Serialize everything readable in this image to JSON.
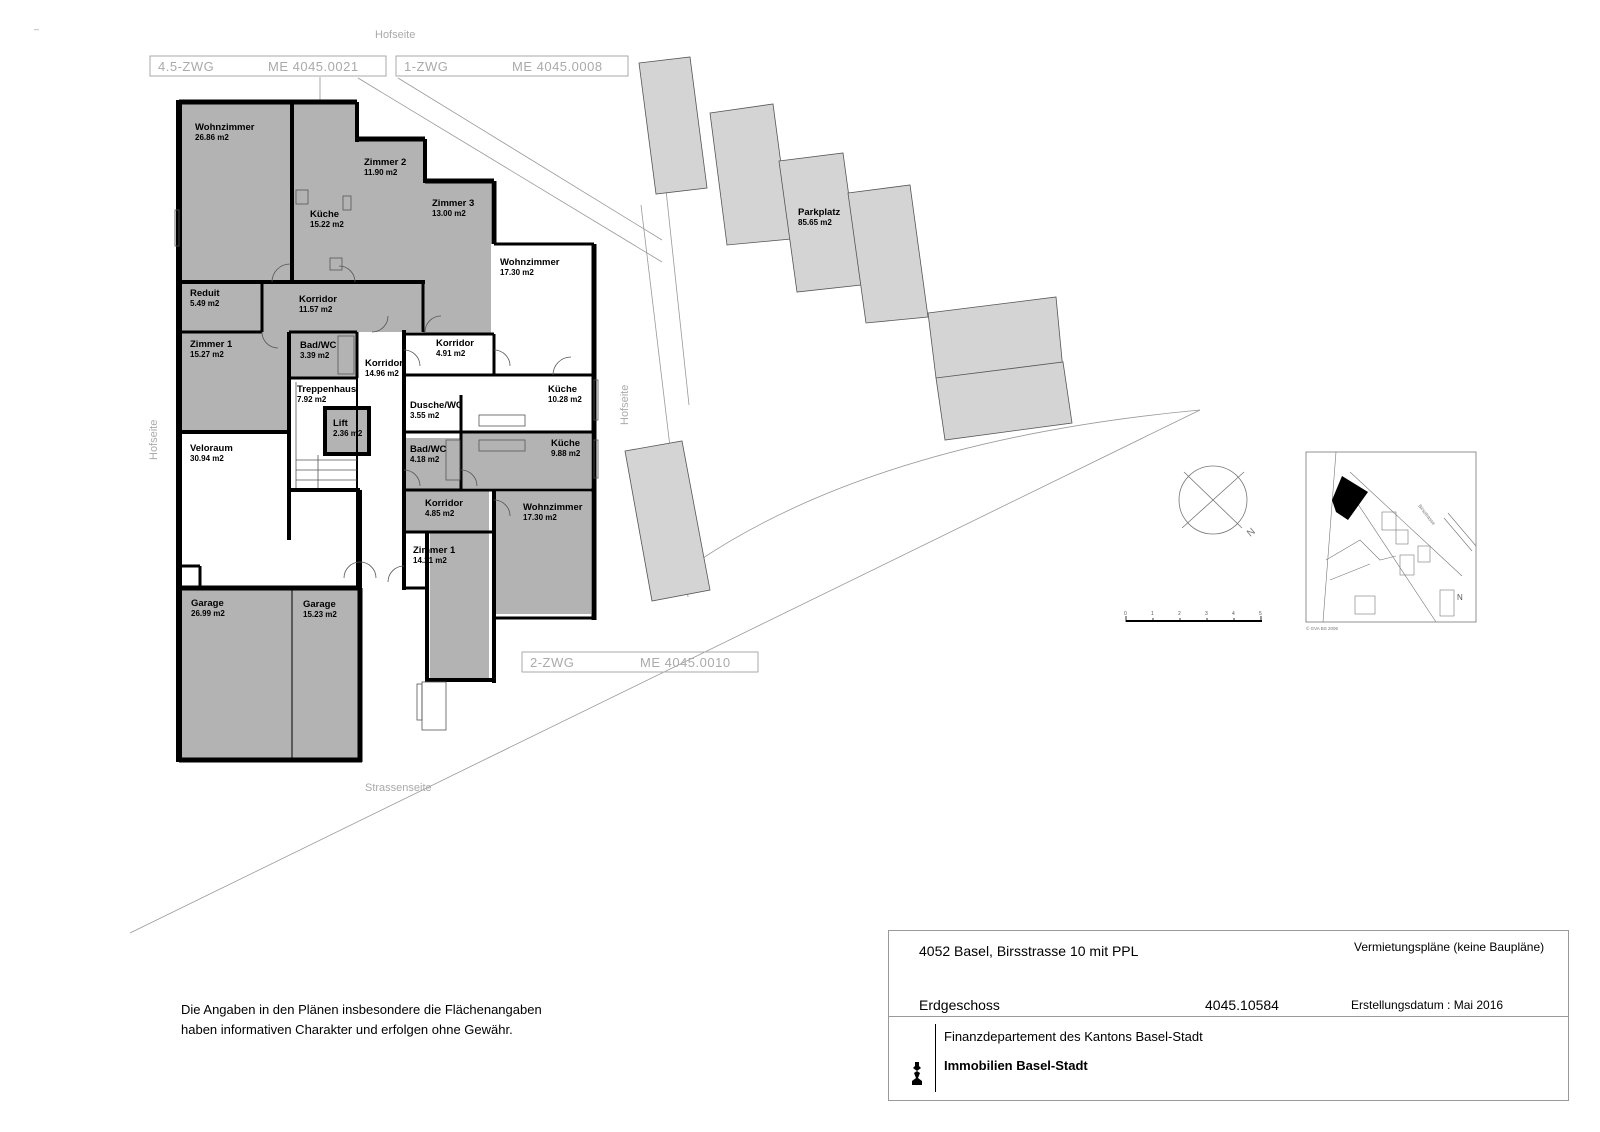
{
  "header": {
    "mark": "–"
  },
  "orientation": {
    "top": "Hofseite",
    "left": "Hofseite",
    "right": "Hofseite",
    "bottom": "Strassenseite"
  },
  "unit_boxes": [
    {
      "type": "4.5-ZWG",
      "me": "ME  4045.0021"
    },
    {
      "type": "1-ZWG",
      "me": "ME  4045.0008"
    },
    {
      "type": "2-ZWG",
      "me": "ME  4045.0010"
    }
  ],
  "rooms": [
    {
      "name": "Wohnzimmer",
      "area": "26.86 m2"
    },
    {
      "name": "Küche",
      "area": "15.22 m2"
    },
    {
      "name": "Zimmer 2",
      "area": "11.90 m2"
    },
    {
      "name": "Zimmer 3",
      "area": "13.00 m2"
    },
    {
      "name": "Wohnzimmer",
      "area": "17.30 m2"
    },
    {
      "name": "Reduit",
      "area": "5.49 m2"
    },
    {
      "name": "Korridor",
      "area": "11.57 m2"
    },
    {
      "name": "Zimmer 1",
      "area": "15.27 m2"
    },
    {
      "name": "Bad/WC",
      "area": "3.39 m2"
    },
    {
      "name": "Korridor",
      "area": "14.96 m2"
    },
    {
      "name": "Korridor",
      "area": "4.91 m2"
    },
    {
      "name": "Treppenhaus",
      "area": "7.92 m2"
    },
    {
      "name": "Lift",
      "area": "2.36 m2"
    },
    {
      "name": "Dusche/WC",
      "area": "3.55 m2"
    },
    {
      "name": "Küche",
      "area": "10.28 m2"
    },
    {
      "name": "Veloraum",
      "area": "30.94 m2"
    },
    {
      "name": "Bad/WC",
      "area": "4.18 m2"
    },
    {
      "name": "Küche",
      "area": "9.88 m2"
    },
    {
      "name": "Korridor",
      "area": "4.85 m2"
    },
    {
      "name": "Wohnzimmer",
      "area": "17.30 m2"
    },
    {
      "name": "Zimmer 1",
      "area": "14.21 m2"
    },
    {
      "name": "Garage",
      "area": "26.99 m2"
    },
    {
      "name": "Garage",
      "area": "15.23 m2"
    },
    {
      "name": "Parkplatz",
      "area": "85.65 m2"
    }
  ],
  "compass": {
    "label": "N"
  },
  "site_plan": {
    "street": "Birsstrasse",
    "north": "N",
    "copyright": "© GVA BS 2006"
  },
  "scale_bar": {
    "ticks": [
      "0",
      "1",
      "2",
      "3",
      "4",
      "5"
    ]
  },
  "disclaimer": {
    "line1": "Die Angaben in den Plänen insbesondere die Flächenangaben",
    "line2": "haben informativen Charakter und erfolgen ohne Gewähr."
  },
  "title_block": {
    "address": "4052 Basel, Birsstrasse 10 mit PPL",
    "note": "Vermietungspläne (keine Baupläne)",
    "floor": "Erdgeschoss",
    "code": "4045.10584",
    "date": "Erstellungsdatum : Mai 2016",
    "department": "Finanzdepartement des Kantons Basel-Stadt",
    "organization": "Immobilien Basel-Stadt"
  },
  "colors": {
    "room_fill": "#b3b3b3",
    "parking_fill": "#d4d4d4",
    "wall": "#000000",
    "annotation_grey": "#aaaaaa"
  }
}
